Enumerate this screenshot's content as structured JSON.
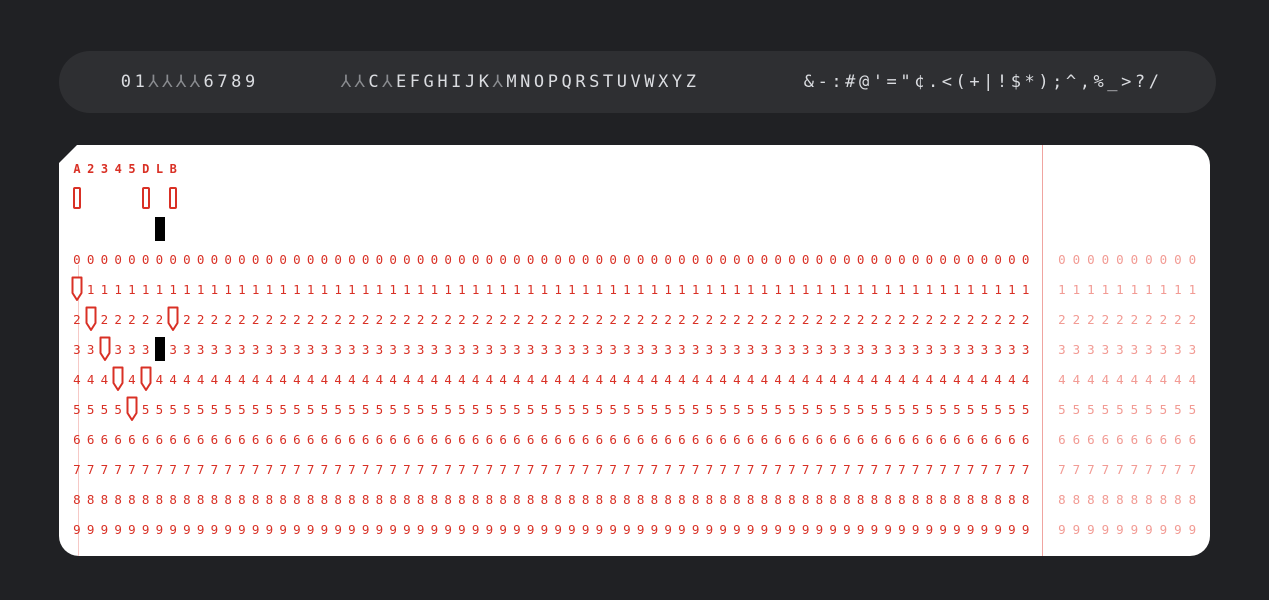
{
  "key_bar": {
    "digits": [
      "0",
      "1",
      "⅄",
      "⅄",
      "⅄",
      "⅄",
      "6",
      "7",
      "8",
      "9"
    ],
    "digits_dim": [
      false,
      false,
      true,
      true,
      true,
      true,
      false,
      false,
      false,
      false
    ],
    "letters": [
      "⅄",
      "⅄",
      "C",
      "⅄",
      "E",
      "F",
      "G",
      "H",
      "I",
      "J",
      "K",
      "⅄",
      "M",
      "N",
      "O",
      "P",
      "Q",
      "R",
      "S",
      "T",
      "U",
      "V",
      "W",
      "X",
      "Y",
      "Z"
    ],
    "letters_dim": [
      true,
      true,
      false,
      true,
      false,
      false,
      false,
      false,
      false,
      false,
      false,
      true,
      false,
      false,
      false,
      false,
      false,
      false,
      false,
      false,
      false,
      false,
      false,
      false,
      false,
      false
    ],
    "symbols": [
      "&",
      "-",
      ":",
      "#",
      "@",
      "'",
      "=",
      "\"",
      "¢",
      ".",
      "<",
      "(",
      "+",
      "|",
      "!",
      "$",
      "*",
      ")",
      ";",
      "^",
      ",",
      "%",
      "_",
      ">",
      "?",
      "/"
    ]
  },
  "card": {
    "zone_labels": [
      "A",
      "2",
      "3",
      "4",
      "5",
      "D",
      "L",
      "B"
    ],
    "row_digits": [
      "0",
      "1",
      "2",
      "3",
      "4",
      "5",
      "6",
      "7",
      "8",
      "9"
    ],
    "main_columns": 70,
    "extra_columns": 10
  }
}
